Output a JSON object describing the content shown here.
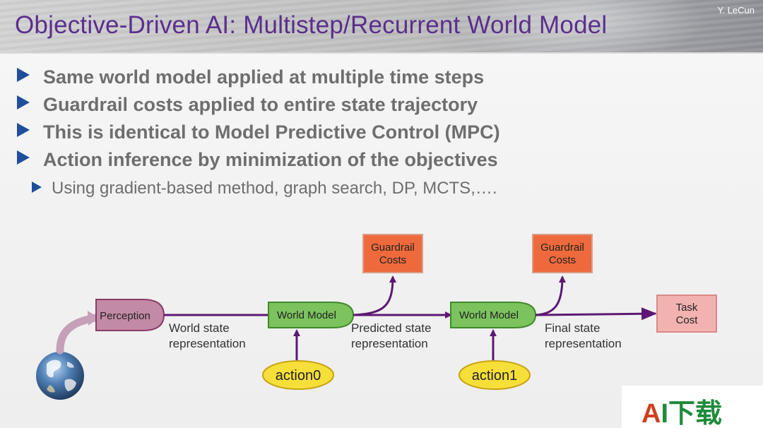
{
  "header": {
    "title": "Objective-Driven AI: Multistep/Recurrent World Model",
    "author": "Y. LeCun"
  },
  "bullets": [
    "Same world model applied at multiple time steps",
    "Guardrail costs applied to entire state trajectory",
    "This is identical to Model Predictive Control (MPC)",
    "Action inference by minimization of the objectives"
  ],
  "sub_bullet": "Using gradient-based method, graph search, DP, MCTS,….",
  "diagram": {
    "perception": "Perception",
    "world_model_1": "World Model",
    "world_model_2": "World Model",
    "guardrail_1": [
      "Guardrail",
      "Costs"
    ],
    "guardrail_2": [
      "Guardrail",
      "Costs"
    ],
    "task_cost": [
      "Task",
      "Cost"
    ],
    "action0": "action0",
    "action1": "action1",
    "edge_world_state": [
      "World state",
      "representation"
    ],
    "edge_predicted_state": [
      "Predicted state",
      "representation"
    ],
    "edge_final_state": [
      "Final state",
      "representation"
    ]
  },
  "watermark": {
    "a_letter": "A",
    "rest": "I下载"
  },
  "colors": {
    "title": "#5a2f8c",
    "bullet_marker": "#1f4f9c",
    "bullet_text": "#6e6e6e",
    "perception_fill": "#c38aa6",
    "world_model_fill": "#7cc35e",
    "guardrail_fill": "#ee6a3c",
    "task_cost_fill": "#f2b3b0",
    "action_fill": "#f7df3a",
    "arrow": "#5d1873"
  },
  "icons": {
    "earth": "earth-globe-icon"
  }
}
